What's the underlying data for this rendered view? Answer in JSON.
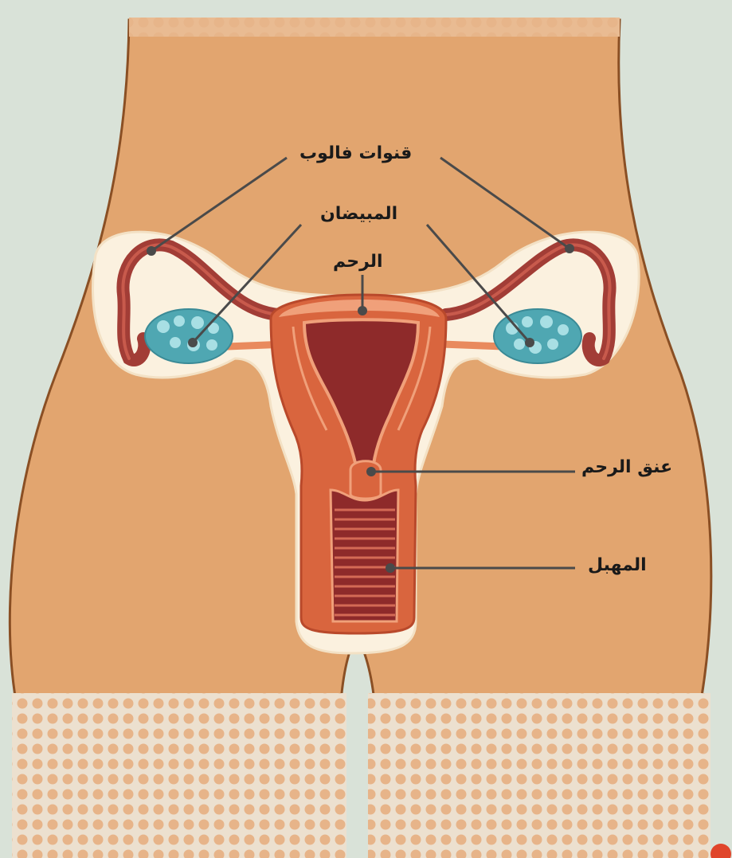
{
  "labels": {
    "fallopian_tubes": "قنوات فالوب",
    "ovaries": "المبيضان",
    "uterus": "الرحم",
    "cervix": "عنق الرحم",
    "vagina": "المهبل"
  },
  "colors": {
    "background": "#d9e2d8",
    "skin": "#e2a56f",
    "skin_outline": "#8a4f24",
    "halo": "#fbf1df",
    "uterus_outer": "#d9653e",
    "uterus_inner": "#8e2a2a",
    "tube": "#a23d36",
    "ovary": "#4fa7b2",
    "ovary_spot": "#a8dfe4",
    "leader_line": "#4a4a4a"
  }
}
